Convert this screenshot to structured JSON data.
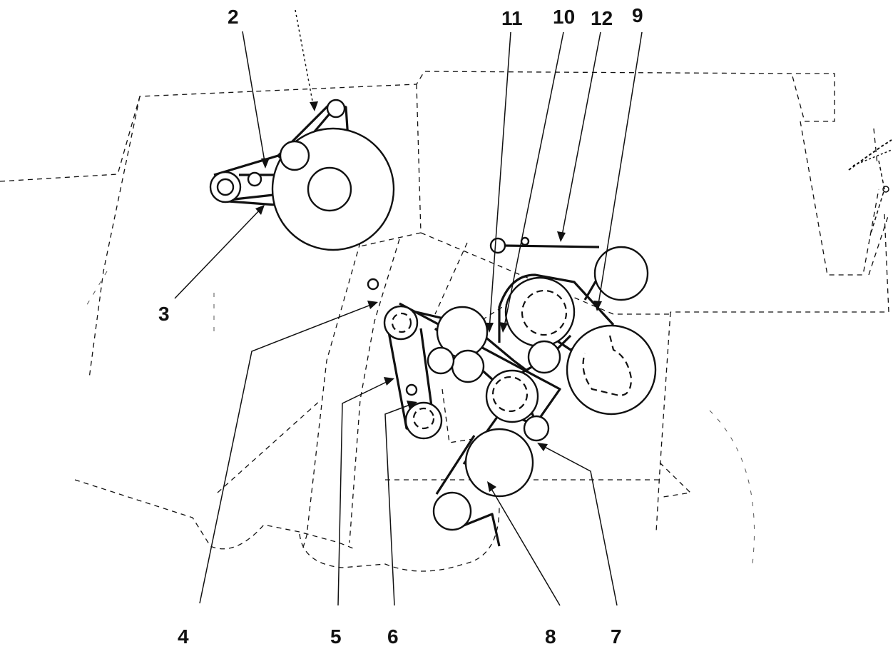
{
  "labels": [
    {
      "id": "2",
      "text": "2"
    },
    {
      "id": "3",
      "text": "3"
    },
    {
      "id": "4",
      "text": "4"
    },
    {
      "id": "5",
      "text": "5"
    },
    {
      "id": "6",
      "text": "6"
    },
    {
      "id": "7",
      "text": "7"
    },
    {
      "id": "8",
      "text": "8"
    },
    {
      "id": "9",
      "text": "9"
    },
    {
      "id": "10",
      "text": "10"
    },
    {
      "id": "11",
      "text": "11"
    },
    {
      "id": "12",
      "text": "12"
    }
  ]
}
